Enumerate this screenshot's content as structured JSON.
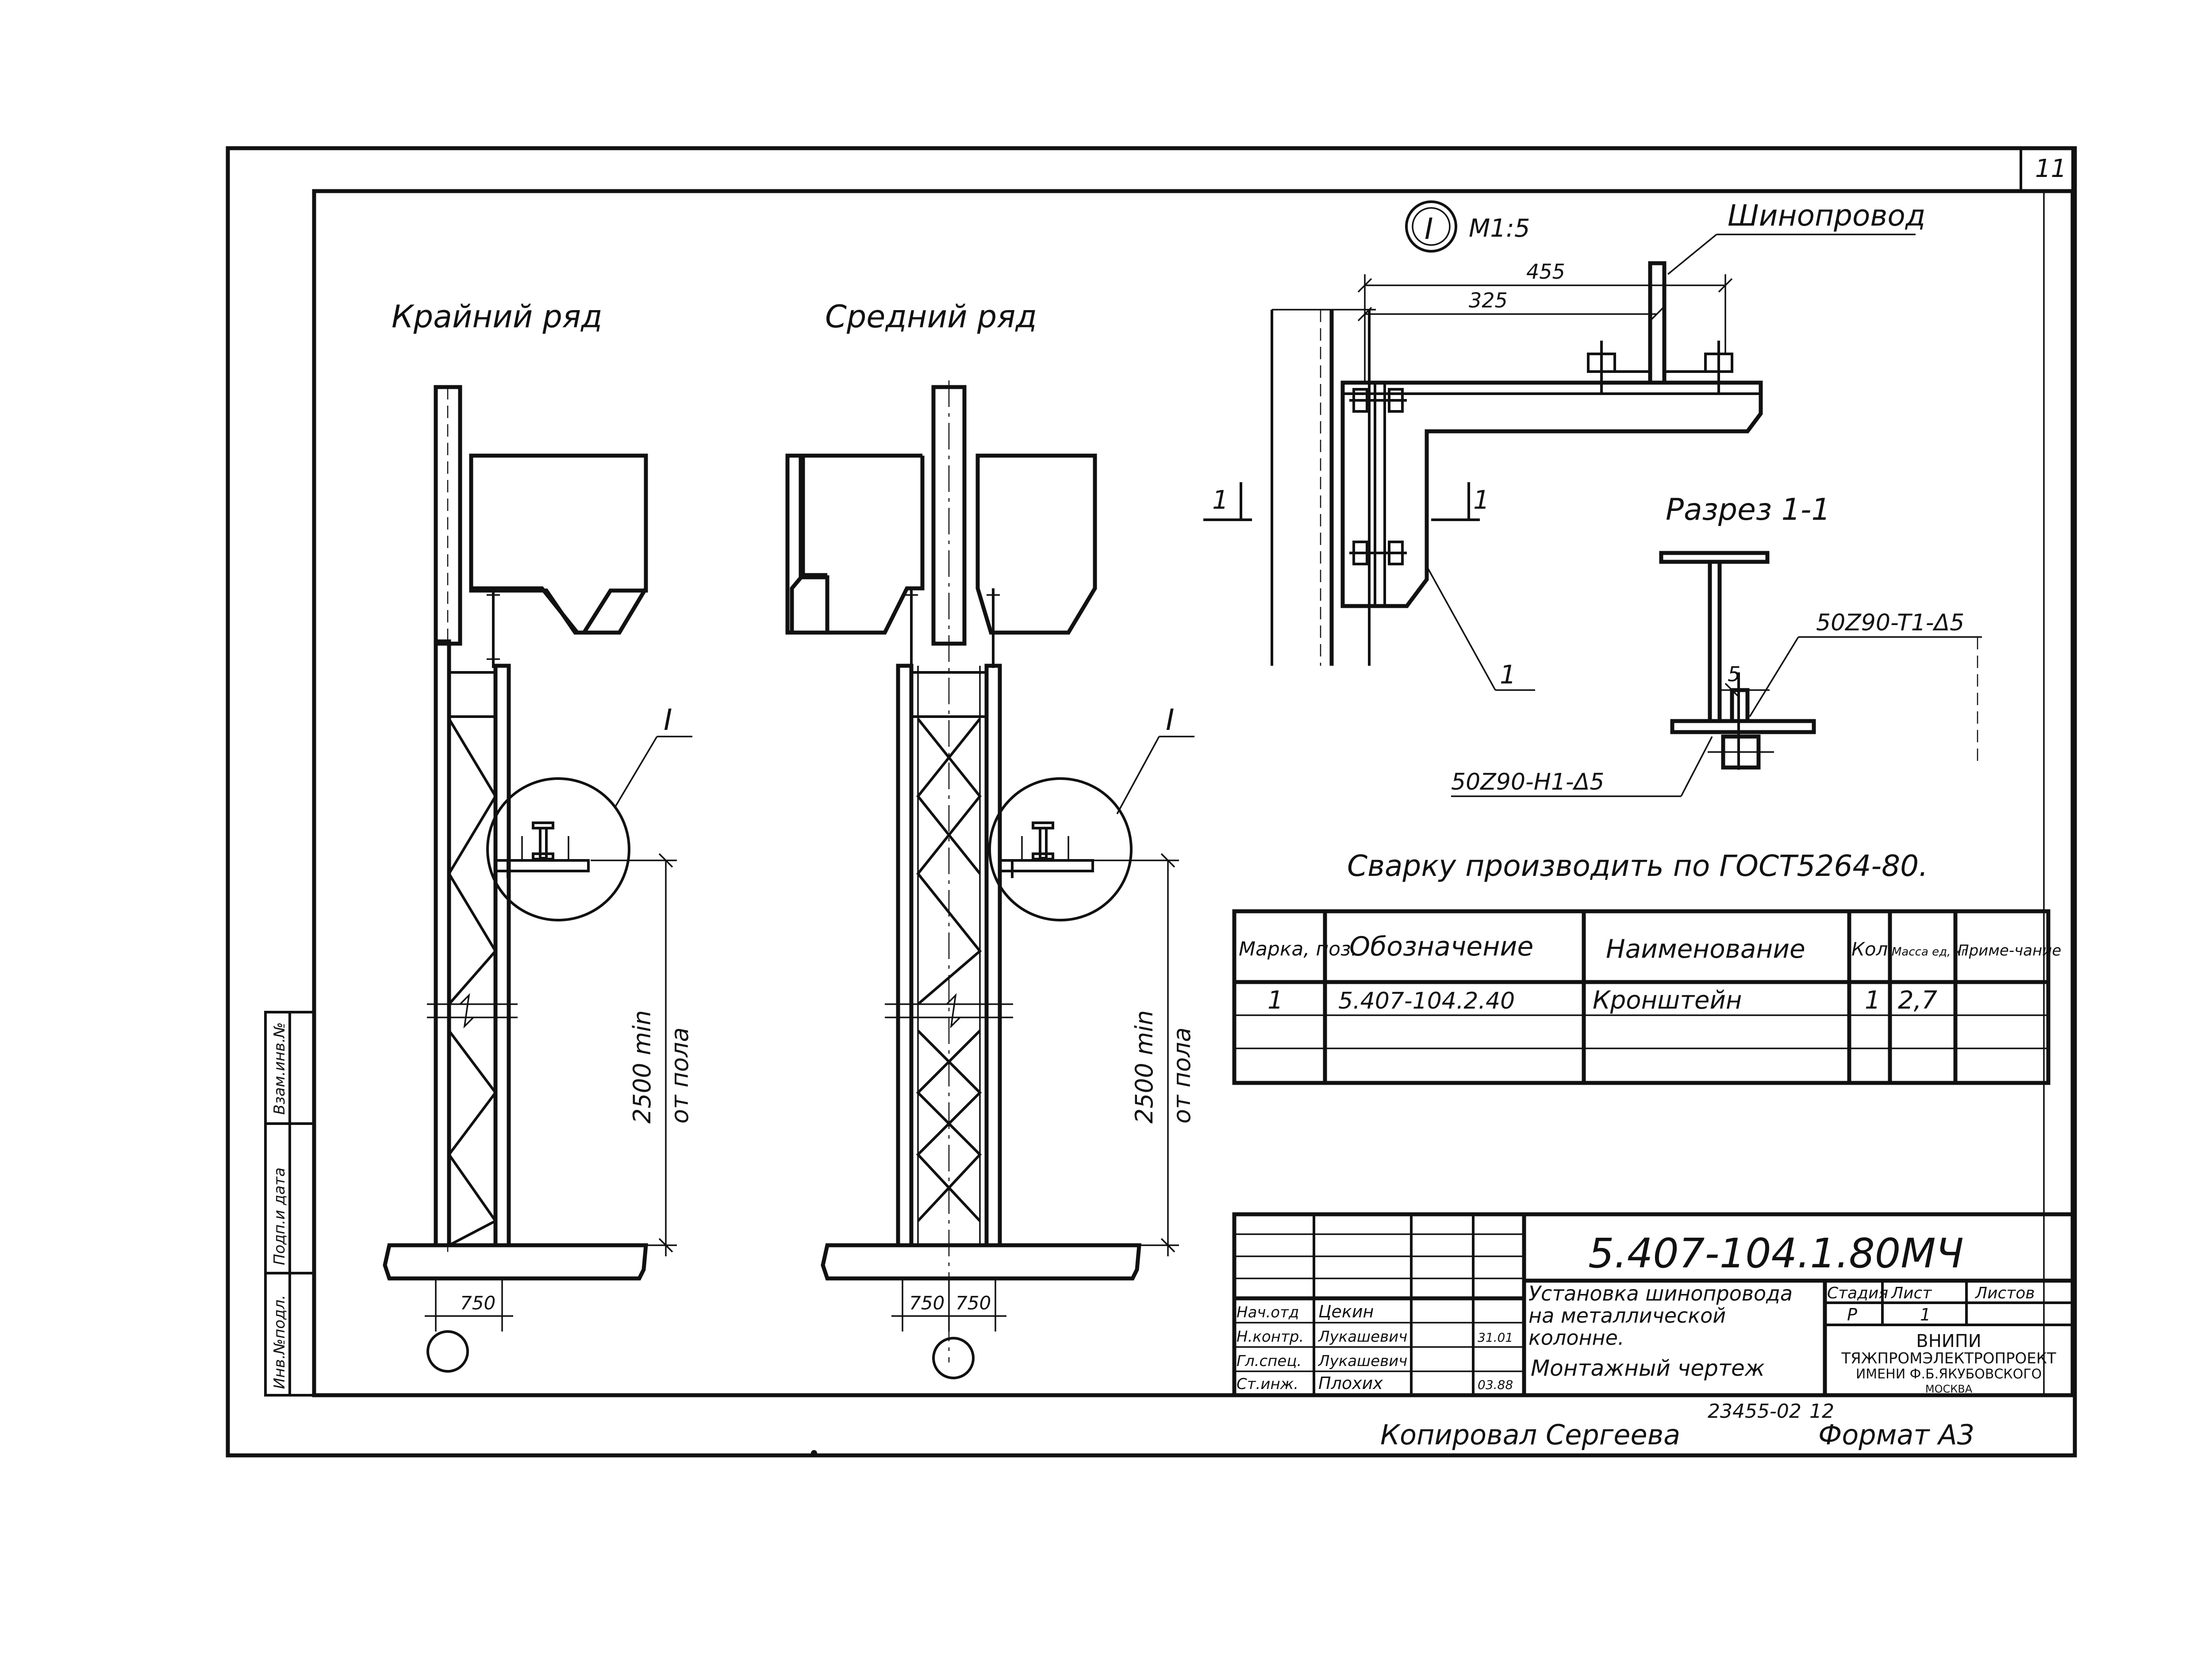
{
  "sheet": {
    "sheet_corner_number": "11",
    "scale_callout": {
      "mark": "I",
      "scale": "M1:5"
    }
  },
  "views": {
    "outer_row_title": "Крайний ряд",
    "middle_row_title": "Средний ряд",
    "detail_mark": "I",
    "height_dim": "2500 min",
    "height_dim_note": "от пола",
    "offset_dim": "750",
    "offset_dim_left": "750",
    "offset_dim_right": "750"
  },
  "detail": {
    "busbar_label": "Шинопровод",
    "dim_outer": "455",
    "dim_inner": "325",
    "section_mark": "1",
    "position_mark": "1",
    "section_title": "Разрез 1-1",
    "weld_top": "50Z90-T1-Δ5",
    "weld_gap": "5",
    "weld_bottom": "50Z90-H1-Δ5"
  },
  "welding_note": "Сварку производить по ГОСТ5264-80.",
  "spec_table": {
    "headers": [
      "Марка, поз.",
      "Обозначение",
      "Наименование",
      "Кол",
      "Масса ед, кг",
      "Приме-чание"
    ],
    "rows": [
      [
        "1",
        "5.407-104.2.40",
        "Кронштейн",
        "1",
        "2,7",
        ""
      ],
      [
        "",
        "",
        "",
        "",
        "",
        ""
      ],
      [
        "",
        "",
        "",
        "",
        "",
        ""
      ]
    ]
  },
  "title_block": {
    "code": "5.407-104.1.80МЧ",
    "title_lines": [
      "Установка шинопровода",
      "на металлической",
      "колонне."
    ],
    "doc_type": "Монтажный чертеж",
    "col_headers": [
      "Стадия",
      "Лист",
      "Листов"
    ],
    "col_values": [
      "Р",
      "1",
      ""
    ],
    "org_lines": [
      "ВНИПИ",
      "ТЯЖПРОМЭЛЕКТРОПРОЕКТ",
      "ИМЕНИ Ф.Б.ЯКУБОВСКОГО",
      "МОСКВА"
    ],
    "staff": [
      {
        "role": "Нач.отд",
        "name": "Цекин",
        "date": ""
      },
      {
        "role": "Н.контр.",
        "name": "Лукашевич",
        "date": "31.01"
      },
      {
        "role": "Гл.спец.",
        "name": "Лукашевич",
        "date": ""
      },
      {
        "role": "Ст.инж.",
        "name": "Плохих",
        "date": "03.88"
      }
    ]
  },
  "side_stamp": [
    "Инв.№подл.",
    "Подп.и дата",
    "Взам.инв.№"
  ],
  "footer": {
    "archive_no": "23455-02",
    "archive_sheet": "12",
    "copied_by": "Копировал Сергеева",
    "format": "Формат А3"
  }
}
